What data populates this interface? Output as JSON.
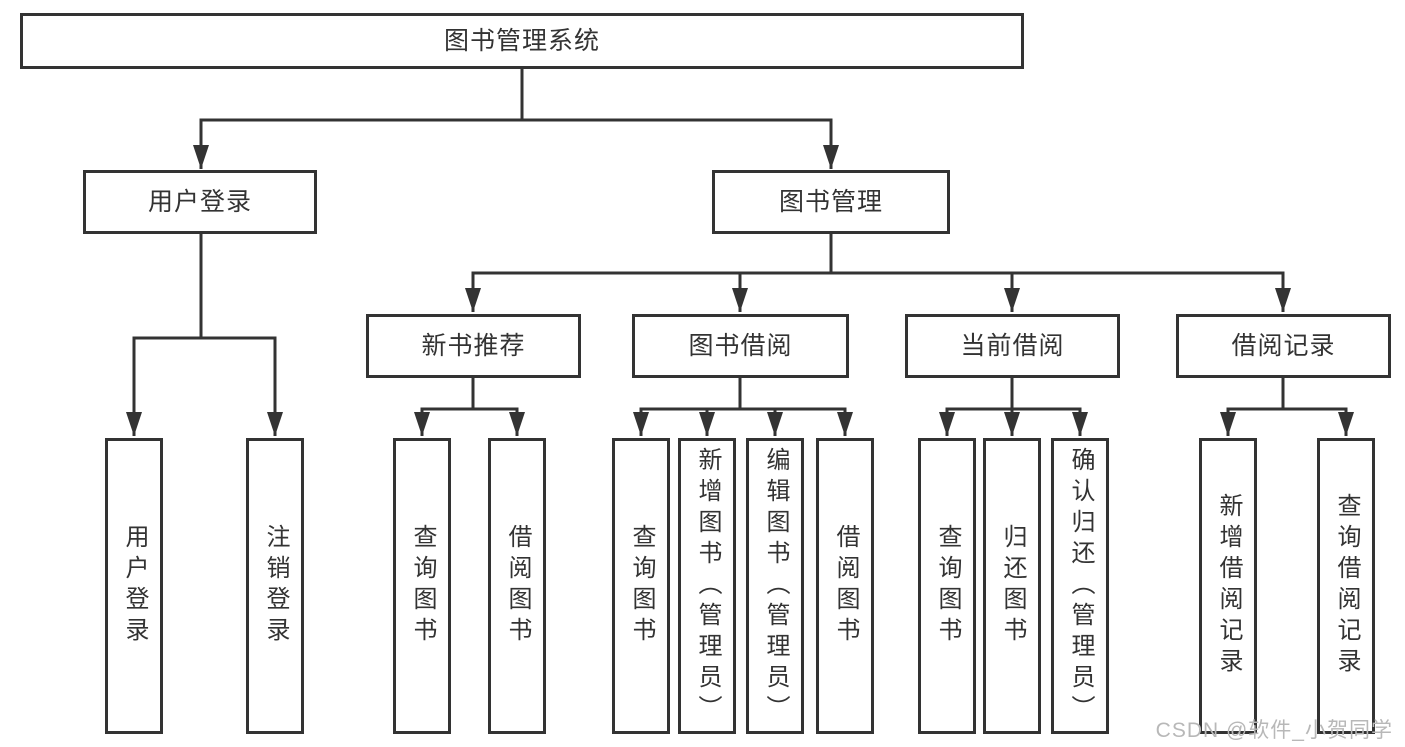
{
  "diagram": {
    "root": {
      "label": "图书管理系统"
    },
    "branches": [
      {
        "label": "用户登录",
        "leaves": [
          {
            "label": "用户登录"
          },
          {
            "label": "注销登录"
          }
        ]
      },
      {
        "label": "图书管理",
        "sections": [
          {
            "label": "新书推荐",
            "leaves": [
              {
                "label": "查询图书"
              },
              {
                "label": "借阅图书"
              }
            ]
          },
          {
            "label": "图书借阅",
            "leaves": [
              {
                "label": "查询图书"
              },
              {
                "label": "新增图书（管理员）"
              },
              {
                "label": "编辑图书（管理员）"
              },
              {
                "label": "借阅图书"
              }
            ]
          },
          {
            "label": "当前借阅",
            "leaves": [
              {
                "label": "查询图书"
              },
              {
                "label": "归还图书"
              },
              {
                "label": "确认归还（管理员）"
              }
            ]
          },
          {
            "label": "借阅记录",
            "leaves": [
              {
                "label": "新增借阅记录"
              },
              {
                "label": "查询借阅记录"
              }
            ]
          }
        ]
      }
    ],
    "watermark": "CSDN @软件_小贺同学"
  },
  "colors": {
    "line": "#333333",
    "text": "#333333",
    "background": "#ffffff",
    "watermark": "#b8b8b8"
  }
}
